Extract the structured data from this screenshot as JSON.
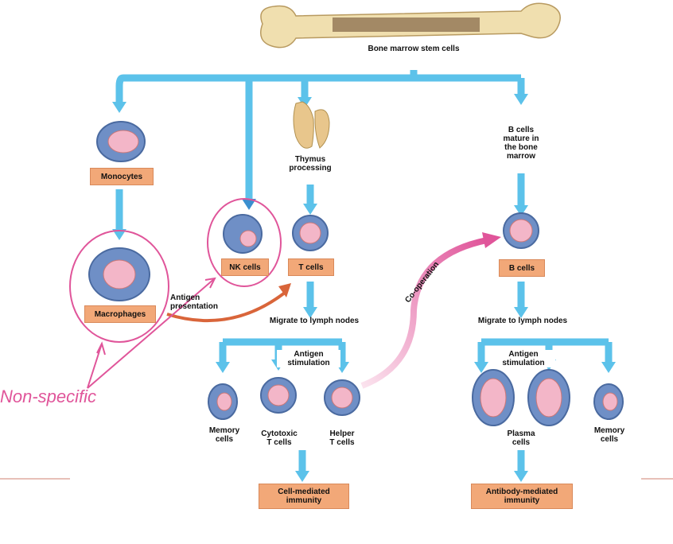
{
  "colors": {
    "arrow": "#5cc2ea",
    "arrow_dark": "#3b8fcf",
    "box": "#f2a878",
    "cell_out": "#5a7ab0",
    "cell_in": "#f3b6c8",
    "circle": "#e0559a",
    "orange_arrow": "#d9653a"
  },
  "labels": {
    "bone_marrow": "Bone marrow stem cells",
    "thymus": "Thymus\nprocessing",
    "b_mature": "B cells\nmature in\nthe bone\nmarrow",
    "monocytes": "Monocytes",
    "macrophages": "Macrophages",
    "nk_cells": "NK cells",
    "t_cells": "T cells",
    "b_cells": "B cells",
    "antigen_presentation": "Antigen\npresentation",
    "migrate_left": "Migrate to lymph nodes",
    "migrate_right": "Migrate to lymph nodes",
    "cooperation": "Co-operation",
    "antigen_stim_left": "Antigen\nstimulation",
    "antigen_stim_right": "Antigen\nstimulation",
    "memory_left": "Memory\ncells",
    "cytotoxic": "Cytotoxic\nT cells",
    "helper": "Helper\nT cells",
    "plasma": "Plasma\ncells",
    "memory_right": "Memory\ncells",
    "cell_mediated": "Cell-mediated\nimmunity",
    "antibody_mediated": "Antibody-mediated\nimmunity",
    "non_specific": "Non-specific"
  }
}
